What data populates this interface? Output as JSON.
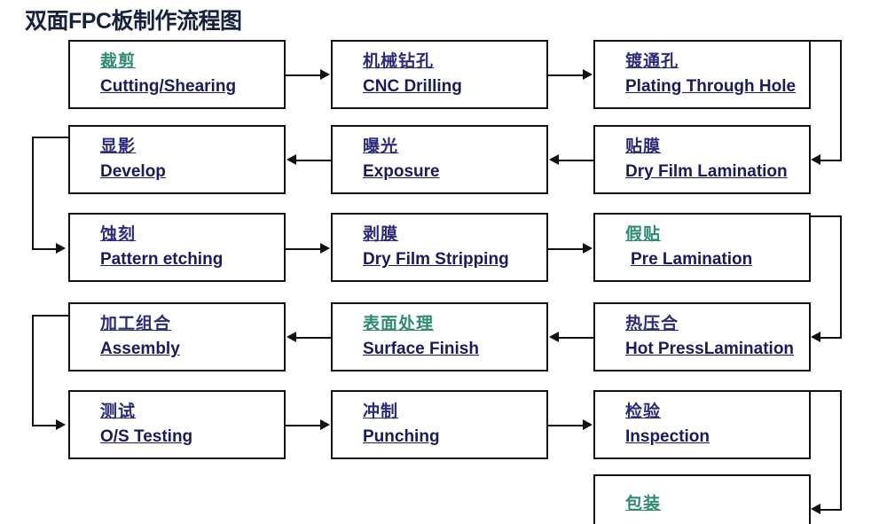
{
  "title": "双面FPC板制作流程图",
  "colors": {
    "line": "#111111",
    "english_text": "#1a1a5e",
    "chinese_navy": "#2b2b7a",
    "chinese_green": "#2e8b72",
    "title": "#16213e",
    "background": "#ffffff"
  },
  "nodes": [
    {
      "id": "cutting",
      "cn": "裁剪",
      "en": "Cutting/Shearing",
      "cn_color": "green",
      "row": 1,
      "col": 1
    },
    {
      "id": "drilling",
      "cn": "机械钻孔",
      "en": "CNC Drilling",
      "cn_color": "navy",
      "row": 1,
      "col": 2
    },
    {
      "id": "plating",
      "cn": "镀通孔",
      "en": "Plating Through Hole",
      "cn_color": "navy",
      "row": 1,
      "col": 3
    },
    {
      "id": "develop",
      "cn": "显影",
      "en": "Develop",
      "cn_color": "navy",
      "row": 2,
      "col": 1
    },
    {
      "id": "exposure",
      "cn": "曝光",
      "en": "Exposure",
      "cn_color": "navy",
      "row": 2,
      "col": 2
    },
    {
      "id": "dry-film-lam",
      "cn": "贴膜",
      "en": "Dry Film Lamination",
      "cn_color": "navy",
      "row": 2,
      "col": 3
    },
    {
      "id": "etching",
      "cn": "蚀刻",
      "en": "Pattern etching",
      "cn_color": "navy",
      "row": 3,
      "col": 1
    },
    {
      "id": "stripping",
      "cn": "剥膜",
      "en": "Dry Film Stripping",
      "cn_color": "navy",
      "row": 3,
      "col": 2
    },
    {
      "id": "pre-lam",
      "cn": "假贴",
      "en": "Pre Lamination",
      "cn_color": "green",
      "row": 3,
      "col": 3
    },
    {
      "id": "assembly",
      "cn": "加工组合",
      "en": "Assembly",
      "cn_color": "navy",
      "row": 4,
      "col": 1
    },
    {
      "id": "surface",
      "cn": "表面处理",
      "en": "Surface  Finish",
      "cn_color": "green",
      "row": 4,
      "col": 2
    },
    {
      "id": "hot-press",
      "cn": "热压合",
      "en": "Hot PressLamination",
      "cn_color": "navy",
      "row": 4,
      "col": 3
    },
    {
      "id": "testing",
      "cn": "测试",
      "en": "O/S Testing",
      "cn_color": "navy",
      "row": 5,
      "col": 1
    },
    {
      "id": "punching",
      "cn": "冲制",
      "en": "Punching",
      "cn_color": "navy",
      "row": 5,
      "col": 2
    },
    {
      "id": "inspection",
      "cn": "检验",
      "en": "Inspection",
      "cn_color": "navy",
      "row": 5,
      "col": 3
    },
    {
      "id": "packaging",
      "cn": "包装",
      "en": "",
      "cn_color": "green",
      "row": 6,
      "col": 3
    }
  ],
  "flow_order": [
    "cutting",
    "drilling",
    "plating",
    "dry-film-lam",
    "exposure",
    "develop",
    "etching",
    "stripping",
    "pre-lam",
    "hot-press",
    "surface",
    "assembly",
    "testing",
    "punching",
    "inspection",
    "packaging"
  ]
}
